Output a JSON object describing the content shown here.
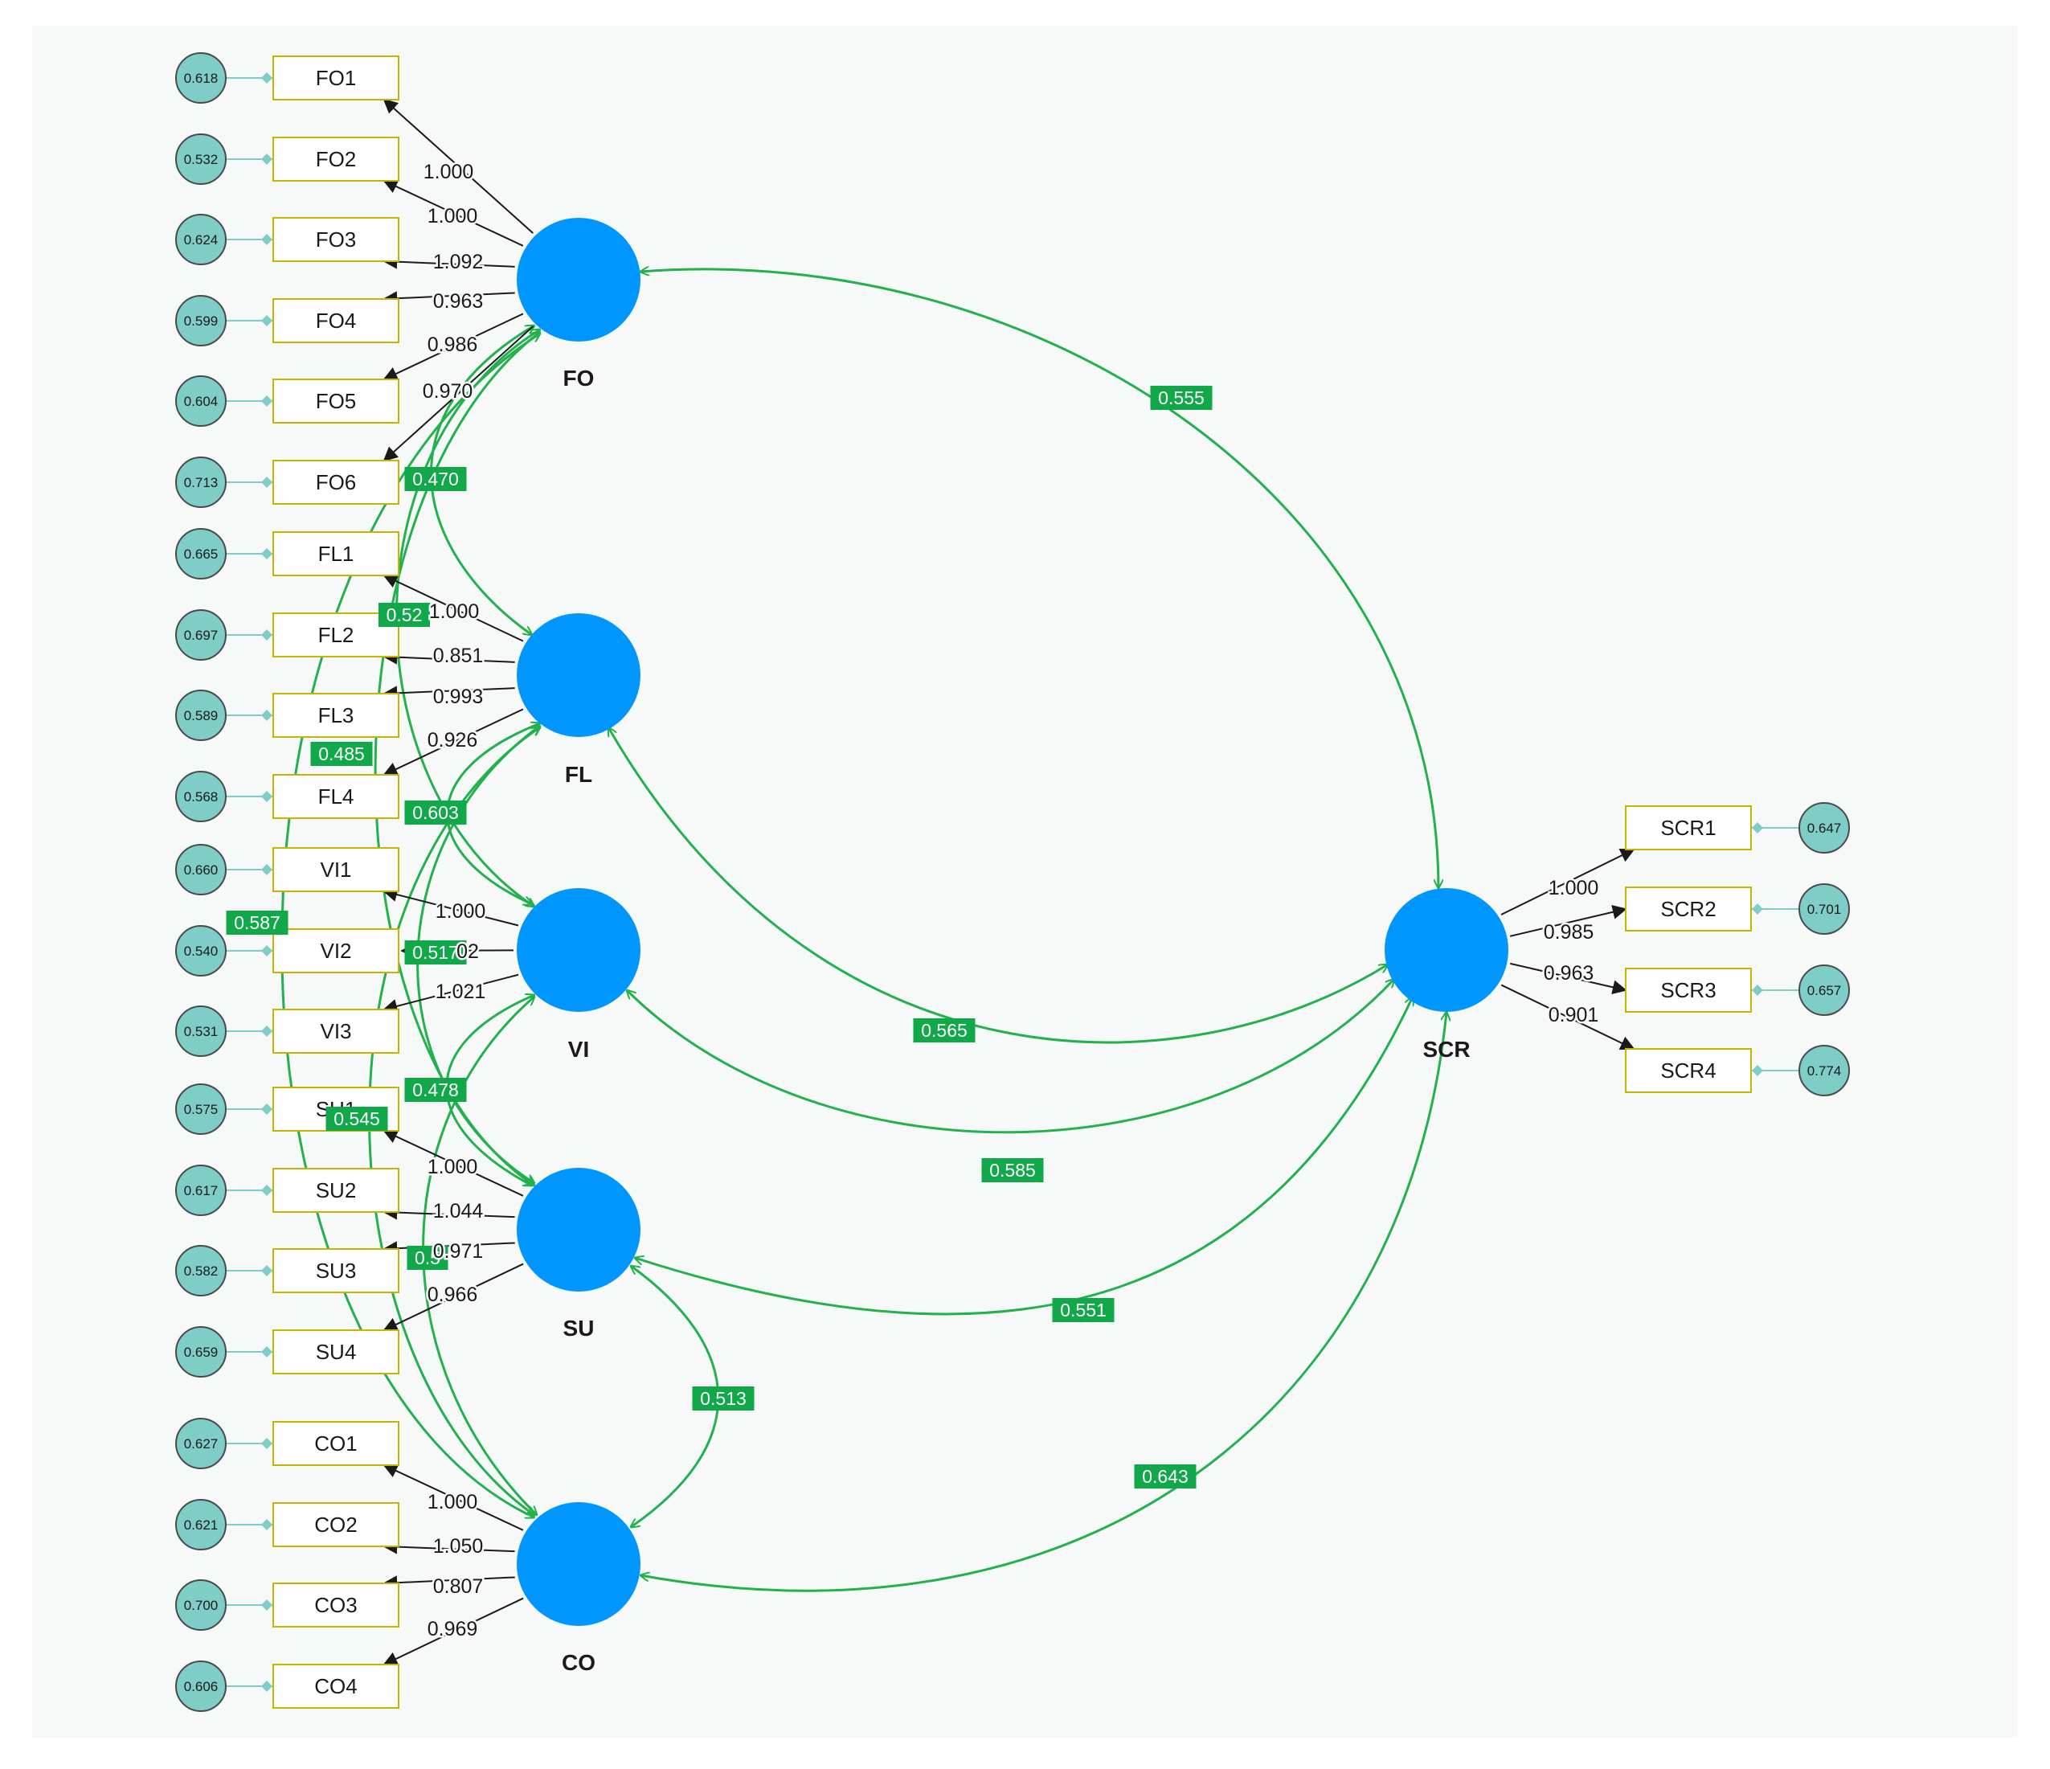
{
  "colors": {
    "construct": "#0096ff",
    "indicator_border": "#c8b400",
    "indicator_fill": "#ffffff",
    "error_fill": "#7ecdc6",
    "error_stroke": "#4a4a4a",
    "connector": "#7ecdc6",
    "loading_arrow": "#1a1a1a",
    "correlation": "#22b14c",
    "correlation_label_bg": "#11a84a",
    "correlation_label_text": "#ffffff"
  },
  "constructs": [
    {
      "id": "FO",
      "label": "FO"
    },
    {
      "id": "FL",
      "label": "FL"
    },
    {
      "id": "VI",
      "label": "VI"
    },
    {
      "id": "SU",
      "label": "SU"
    },
    {
      "id": "CO",
      "label": "CO"
    },
    {
      "id": "SCR",
      "label": "SCR"
    }
  ],
  "indicators": [
    {
      "id": "FO1",
      "construct": "FO",
      "error": "0.618",
      "loading": "1.000"
    },
    {
      "id": "FO2",
      "construct": "FO",
      "error": "0.532",
      "loading": "1.000"
    },
    {
      "id": "FO3",
      "construct": "FO",
      "error": "0.624",
      "loading": "1.092"
    },
    {
      "id": "FO4",
      "construct": "FO",
      "error": "0.599",
      "loading": "0.963"
    },
    {
      "id": "FO5",
      "construct": "FO",
      "error": "0.604",
      "loading": "0.986"
    },
    {
      "id": "FO6",
      "construct": "FO",
      "error": "0.713",
      "loading": "0.970"
    },
    {
      "id": "FL1",
      "construct": "FL",
      "error": "0.665",
      "loading": "1.000"
    },
    {
      "id": "FL2",
      "construct": "FL",
      "error": "0.697",
      "loading": "0.851"
    },
    {
      "id": "FL3",
      "construct": "FL",
      "error": "0.589",
      "loading": "0.993"
    },
    {
      "id": "FL4",
      "construct": "FL",
      "error": "0.568",
      "loading": "0.926"
    },
    {
      "id": "VI1",
      "construct": "VI",
      "error": "0.660",
      "loading": "1.000"
    },
    {
      "id": "VI2",
      "construct": "VI",
      "error": "0.540",
      "loading": "02"
    },
    {
      "id": "VI3",
      "construct": "VI",
      "error": "0.531",
      "loading": "1.021"
    },
    {
      "id": "SU1",
      "construct": "SU",
      "error": "0.575",
      "loading": "1.000"
    },
    {
      "id": "SU2",
      "construct": "SU",
      "error": "0.617",
      "loading": "1.044"
    },
    {
      "id": "SU3",
      "construct": "SU",
      "error": "0.582",
      "loading": "0.971"
    },
    {
      "id": "SU4",
      "construct": "SU",
      "error": "0.659",
      "loading": "0.966"
    },
    {
      "id": "CO1",
      "construct": "CO",
      "error": "0.627",
      "loading": "1.000"
    },
    {
      "id": "CO2",
      "construct": "CO",
      "error": "0.621",
      "loading": "1.050"
    },
    {
      "id": "CO3",
      "construct": "CO",
      "error": "0.700",
      "loading": "0.807"
    },
    {
      "id": "CO4",
      "construct": "CO",
      "error": "0.606",
      "loading": "0.969"
    },
    {
      "id": "SCR1",
      "construct": "SCR",
      "error": "0.647",
      "loading": "1.000"
    },
    {
      "id": "SCR2",
      "construct": "SCR",
      "error": "0.701",
      "loading": "0.985"
    },
    {
      "id": "SCR3",
      "construct": "SCR",
      "error": "0.657",
      "loading": "0.963"
    },
    {
      "id": "SCR4",
      "construct": "SCR",
      "error": "0.774",
      "loading": "0.901"
    }
  ],
  "correlations": [
    {
      "from": "FO",
      "to": "SCR",
      "value": "0.555"
    },
    {
      "from": "FL",
      "to": "SCR",
      "value": "0.565"
    },
    {
      "from": "VI",
      "to": "SCR",
      "value": "0.585"
    },
    {
      "from": "SU",
      "to": "SCR",
      "value": "0.551"
    },
    {
      "from": "CO",
      "to": "SCR",
      "value": "0.643"
    },
    {
      "from": "SU",
      "to": "CO",
      "value": "0.513"
    },
    {
      "from": "FO",
      "to": "FL",
      "value": "0.470"
    },
    {
      "from": "FO",
      "to": "VI",
      "value": "0.52"
    },
    {
      "from": "FO",
      "to": "SU",
      "value": "0.485"
    },
    {
      "from": "FO",
      "to": "CO",
      "value": "0.587"
    },
    {
      "from": "FL",
      "to": "VI",
      "value": "0.603"
    },
    {
      "from": "FL",
      "to": "SU",
      "value": "0.517"
    },
    {
      "from": "FL",
      "to": "CO",
      "value": "0.545"
    },
    {
      "from": "VI",
      "to": "SU",
      "value": "0.478"
    },
    {
      "from": "VI",
      "to": "CO",
      "value": "0.5"
    }
  ]
}
